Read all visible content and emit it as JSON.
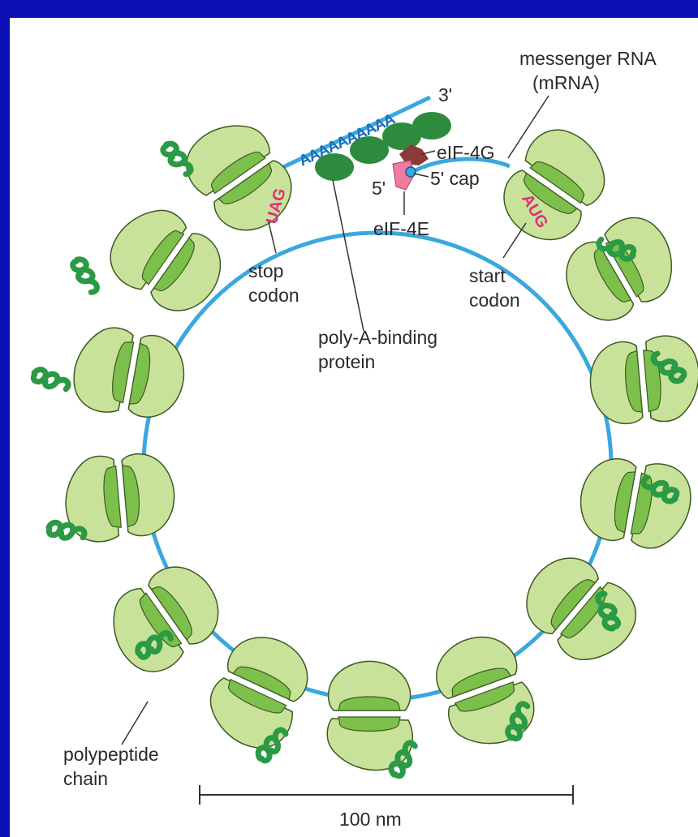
{
  "labels": {
    "mrna_line1": "messenger RNA",
    "mrna_line2": "(mRNA)",
    "three_prime": "3'",
    "polya_tail": "AAAAAAAAAA",
    "eif4g": "eIF-4G",
    "five_prime": "5'",
    "five_cap": "5' cap",
    "eif4e": "eIF-4E",
    "stop_codon_seq": "UAG",
    "start_codon_seq": "AUG",
    "stop_line1": "stop",
    "stop_line2": "codon",
    "start_line1": "start",
    "start_line2": "codon",
    "pabp_line1": "poly-A-binding",
    "pabp_line2": "protein",
    "peptide_line1": "polypeptide",
    "peptide_line2": "chain",
    "scale_bar": "100 nm"
  },
  "colors": {
    "background": "#0a10b4",
    "mrna": "#3aa8e0",
    "ribosome_light": "#c9e29a",
    "ribosome_dark": "#7cbf4a",
    "peptide": "#2a9a45",
    "pabp": "#2e8b3e",
    "eif4e": "#f07aa0",
    "eif4g": "#8b3a3a",
    "codon_text": "#e0307a"
  }
}
